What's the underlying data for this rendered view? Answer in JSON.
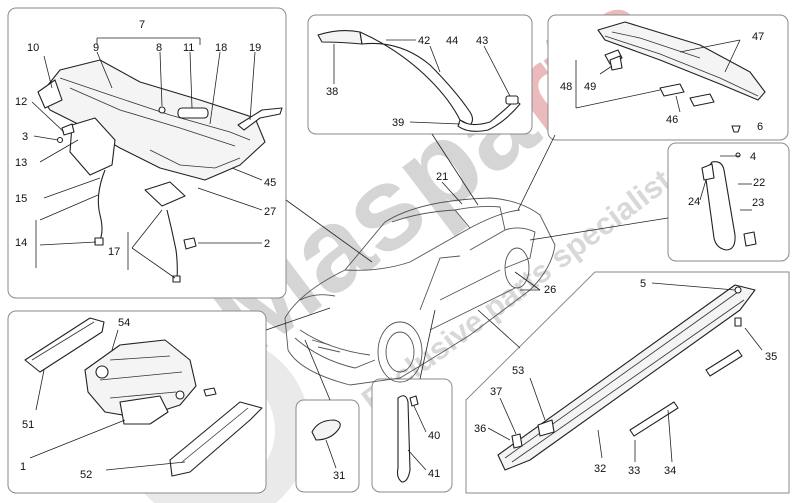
{
  "watermark": {
    "brand": "Maspa",
    "brand_tail": "rts",
    "tagline": "Exclusive parts specialist",
    "accent_color": "#e8202a",
    "disc_color": "#d9d9d9"
  },
  "callouts": {
    "c1": "1",
    "c2": "2",
    "c3": "3",
    "c4": "4",
    "c5": "5",
    "c6": "6",
    "c7": "7",
    "c8": "8",
    "c9": "9",
    "c10": "10",
    "c11": "11",
    "c12": "12",
    "c13": "13",
    "c14": "14",
    "c15": "15",
    "c17": "17",
    "c18": "18",
    "c19": "19",
    "c21": "21",
    "c22": "22",
    "c23": "23",
    "c24": "24",
    "c26": "26",
    "c27": "27",
    "c31": "31",
    "c32": "32",
    "c33": "33",
    "c34": "34",
    "c35": "35",
    "c36": "36",
    "c37": "37",
    "c38": "38",
    "c39": "39",
    "c40": "40",
    "c41": "41",
    "c42": "42",
    "c43": "43",
    "c44": "44",
    "c45": "45",
    "c46": "46",
    "c47": "47",
    "c48": "48",
    "c49": "49",
    "c51": "51",
    "c52": "52",
    "c53": "53",
    "c54": "54"
  }
}
